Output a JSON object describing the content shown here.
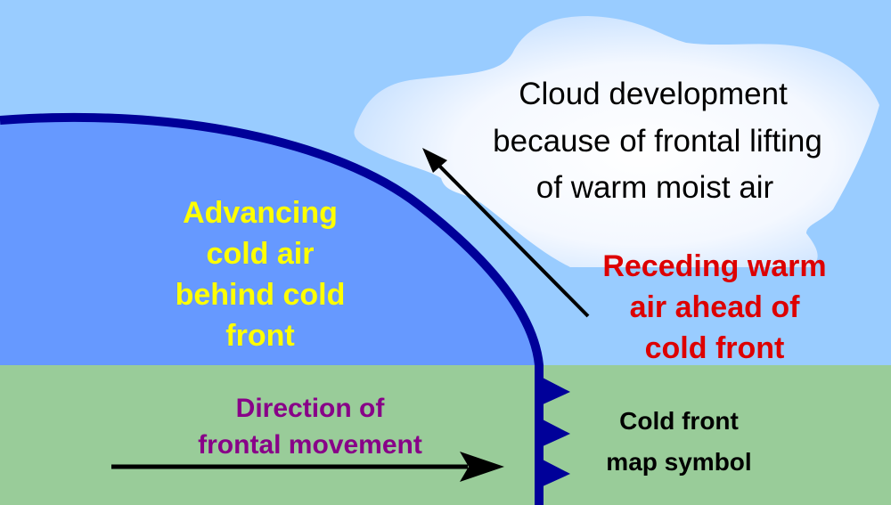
{
  "colors": {
    "sky": "#99ccff",
    "cold_air": "#6699ff",
    "ground": "#99cc99",
    "front": "#000099",
    "cloud": "#ffffff",
    "yellow": "#ffff00",
    "red": "#dd0000",
    "purple": "#880088",
    "black": "#000000"
  },
  "labels": {
    "cloud": [
      "Cloud development",
      "because of frontal lifting",
      "of warm moist air"
    ],
    "cold_air": [
      "Advancing",
      "cold air",
      "behind cold",
      "front"
    ],
    "warm_air": [
      "Receding warm",
      "air ahead of",
      "cold front"
    ],
    "direction": [
      "Direction of",
      "frontal movement"
    ],
    "symbol": [
      "Cold front",
      "map symbol"
    ]
  }
}
